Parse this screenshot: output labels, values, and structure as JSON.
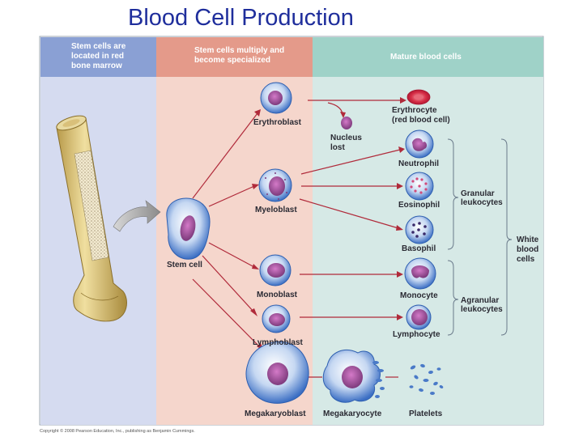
{
  "title": "Blood Cell Production",
  "headers": {
    "col1": [
      "Stem cells are",
      "located in red",
      "bone marrow"
    ],
    "col2": [
      "Stem cells multiply and",
      "become specialized"
    ],
    "col3": [
      "Mature blood cells"
    ]
  },
  "stem_cell": "Stem cell",
  "progenitors": {
    "erythroblast": "Erythroblast",
    "myeloblast": "Myeloblast",
    "monoblast": "Monoblast",
    "lymphoblast": "Lymphoblast",
    "megakaryoblast": "Megakaryoblast"
  },
  "nucleus_lost": [
    "Nucleus",
    "lost"
  ],
  "mature": {
    "erythrocyte": [
      "Erythrocyte",
      "(red blood cell)"
    ],
    "neutrophil": "Neutrophil",
    "eosinophil": "Eosinophil",
    "basophil": "Basophil",
    "monocyte": "Monocyte",
    "lymphocyte": "Lymphocyte",
    "megakaryocyte": "Megakaryocyte",
    "platelets": "Platelets"
  },
  "groups": {
    "granular": [
      "Granular",
      "leukocytes"
    ],
    "agranular": [
      "Agranular",
      "leukocytes"
    ],
    "white": [
      "White",
      "blood",
      "cells"
    ]
  },
  "copyright": "Copyright © 2008 Pearson Education, Inc., publishing as Benjamin Cummings.",
  "colors": {
    "title": "#1f2e9c",
    "col1_header": "#8aa0d4",
    "col1_body": "#d5dbf0",
    "col2_header": "#e49a8a",
    "col2_body": "#f5d6cc",
    "col3_header": "#9fd2c8",
    "col3_body": "#d6e9e6",
    "cell_blue": "#5a87cf",
    "nucleus": "#a04f96",
    "rbc": "#d9364c"
  }
}
